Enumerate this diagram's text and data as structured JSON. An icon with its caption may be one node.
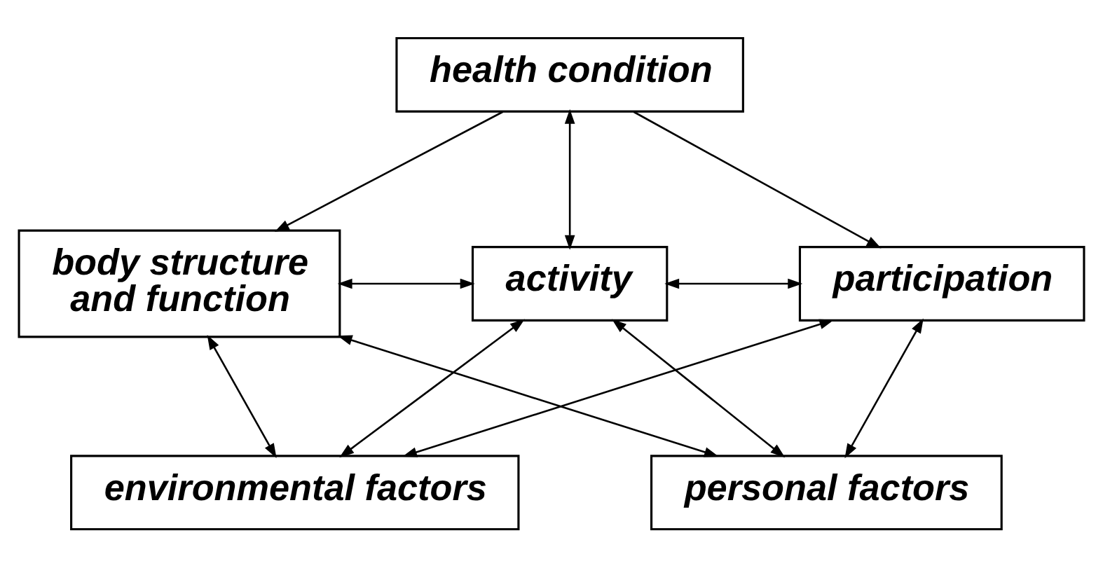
{
  "diagram": {
    "nodes": [
      {
        "text": [
          "health condition"
        ]
      },
      {
        "text": [
          "body structure and function"
        ]
      },
      {
        "text": [
          "activity"
        ]
      },
      {
        "text": [
          "participation"
        ]
      },
      {
        "text": [
          "environmental factors"
        ]
      },
      {
        "text": [
          "personal factors"
        ]
      }
    ],
    "edges": [
      {
        "from": 0,
        "to": 2,
        "arrow": "both"
      },
      {
        "from": 0,
        "to": 1,
        "arrow": "to"
      },
      {
        "from": 0,
        "to": 3,
        "arrow": "to"
      },
      {
        "from": 1,
        "to": 2,
        "arrow": "both"
      },
      {
        "from": 2,
        "to": 3,
        "arrow": "both"
      },
      {
        "from": 4,
        "to": 1,
        "arrow": "both"
      },
      {
        "from": 4,
        "to": 2,
        "arrow": "both"
      },
      {
        "from": 4,
        "to": 3,
        "arrow": "both"
      },
      {
        "from": 5,
        "to": 1,
        "arrow": "both"
      },
      {
        "from": 5,
        "to": 2,
        "arrow": "both"
      },
      {
        "from": 5,
        "to": 3,
        "arrow": "both"
      }
    ]
  }
}
